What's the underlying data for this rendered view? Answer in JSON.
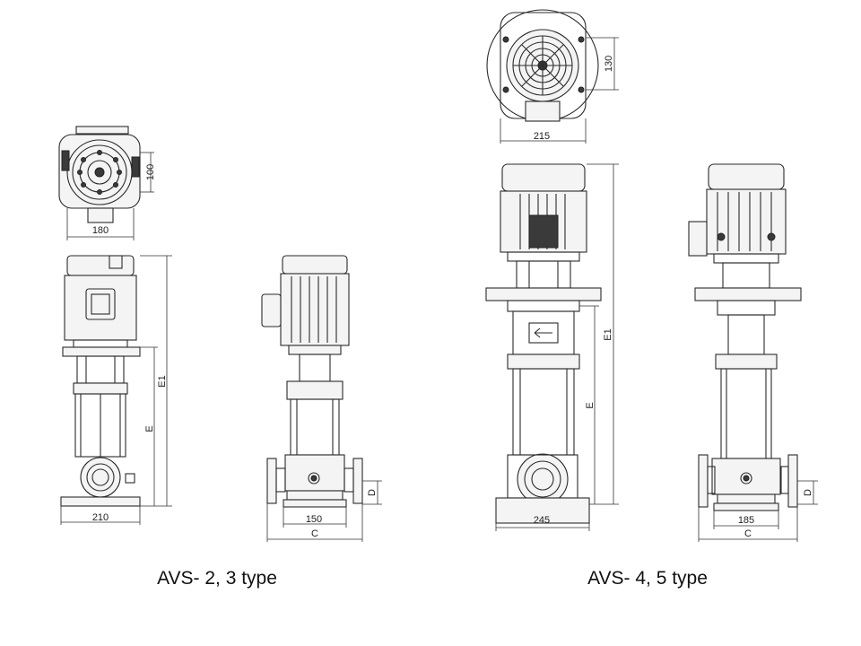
{
  "small_pump": {
    "top_dim": "100",
    "top_width": "180",
    "base_width": "210",
    "side_base": "150",
    "dim_c": "C",
    "dim_d": "D",
    "dim_e": "E",
    "dim_e1": "E1",
    "caption": "AVS- 2, 3 type"
  },
  "large_pump": {
    "top_dim": "130",
    "top_width": "215",
    "base_width": "245",
    "side_base": "185",
    "dim_c": "C",
    "dim_d": "D",
    "dim_e": "E",
    "dim_e1": "E1",
    "caption": "AVS- 4, 5 type"
  }
}
